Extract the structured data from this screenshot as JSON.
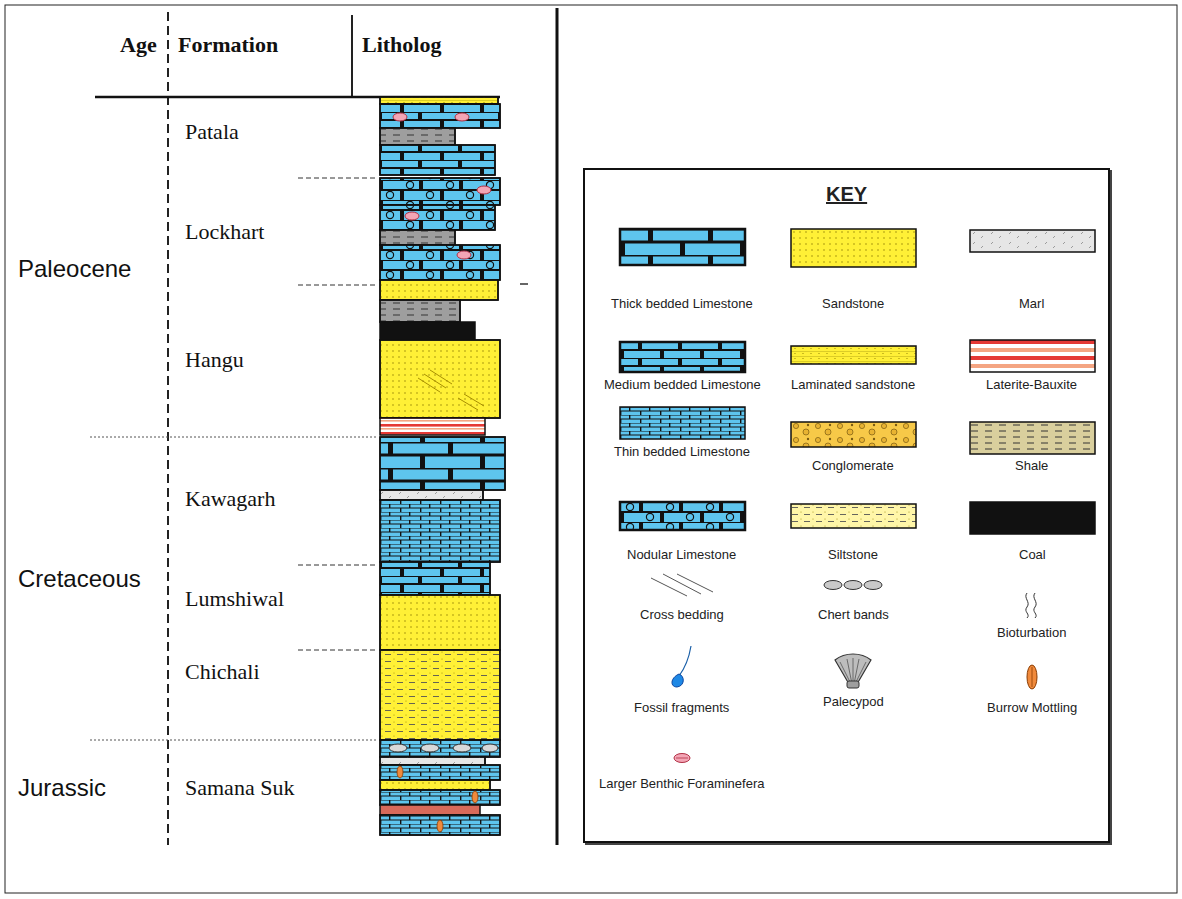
{
  "diagram": {
    "nodes": [
      {
        "text": [
          "KEY"
        ]
      }
    ],
    "labels": [
      "Age",
      "Formation",
      "Litholog",
      "Paleocene",
      "Cretaceous",
      "Jurassic",
      "Patala",
      "Lockhart",
      "Hangu",
      "Kawagarh",
      "Lumshiwal",
      "Chichali",
      "Samana Suk"
    ],
    "legend": [
      {
        "text": "Thick bedded Limestone",
        "color": "#5ec5ee"
      },
      {
        "text": "Sandstone",
        "color": "#fff036"
      },
      {
        "text": "Marl",
        "color": "#e6e6e6"
      },
      {
        "text": "Medium bedded Limestone",
        "color": "#5ec5ee"
      },
      {
        "text": "Laminated sandstone",
        "color": "#fff036"
      },
      {
        "text": "Laterite-Bauxite"
      },
      {
        "text": "Thin bedded Limestone",
        "color": "#5ec5ee"
      },
      {
        "text": "Conglomerate",
        "color": "#f7c948"
      },
      {
        "text": "Shale",
        "color": "#d9cf9d"
      },
      {
        "text": "Nodular Limestone",
        "color": "#5ec5ee"
      },
      {
        "text": "Siltstone",
        "color": "#fff6a8"
      },
      {
        "text": "Coal",
        "color": "#111111"
      },
      {
        "text": "Cross bedding"
      },
      {
        "text": "Chert bands"
      },
      {
        "text": "Bioturbation"
      },
      {
        "text": "Fossil fragments"
      },
      {
        "text": "Palecypod"
      },
      {
        "text": "Burrow Mottling"
      },
      {
        "text": "Larger Benthic Foraminefera"
      }
    ]
  }
}
